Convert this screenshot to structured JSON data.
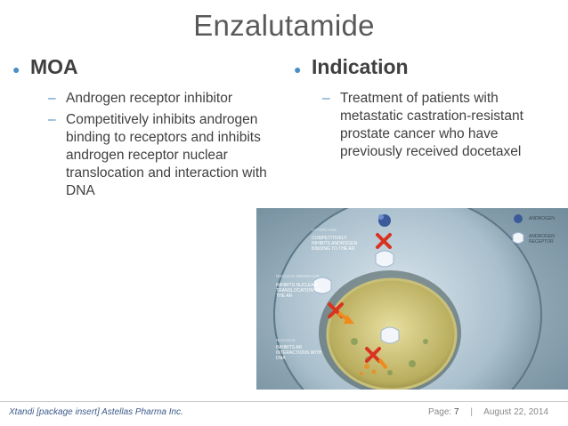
{
  "slide": {
    "title": "Enzalutamide",
    "moa": {
      "heading": "MOA",
      "items": [
        "Androgen receptor inhibitor",
        "Competitively inhibits androgen binding to receptors and inhibits androgen receptor nuclear translocation and interaction with DNA"
      ]
    },
    "indication": {
      "heading": "Indication",
      "items": [
        "Treatment of patients with metastatic castration-resistant prostate cancer who have previously received docetaxel"
      ]
    },
    "figure": {
      "labels": {
        "cytoplasm": "CYTOPLASM",
        "step1": "COMPETITIVELY INHIBITS ANDROGEN BINDING TO THE AR",
        "nuclear_membrane": "NUCLEAR MEMBRANE",
        "step2": "INHIBITS NUCLEAR TRANSLOCATION OF THE AR",
        "nucleus": "NUCLEUS",
        "step3": "INHIBITS AR INTERACTIONS WITH DNA",
        "legend_androgen": "ANDROGEN",
        "legend_receptor": "ANDROGEN RECEPTOR"
      }
    }
  },
  "footer": {
    "source": "Xtandi [package insert] Astellas Pharma Inc.",
    "page_label": "Page:",
    "page_number": "7",
    "separator": "|",
    "date": "August 22, 2014"
  },
  "colors": {
    "accent": "#4a8fc4",
    "cross": "#d9331f",
    "arrow": "#f08a1c"
  }
}
